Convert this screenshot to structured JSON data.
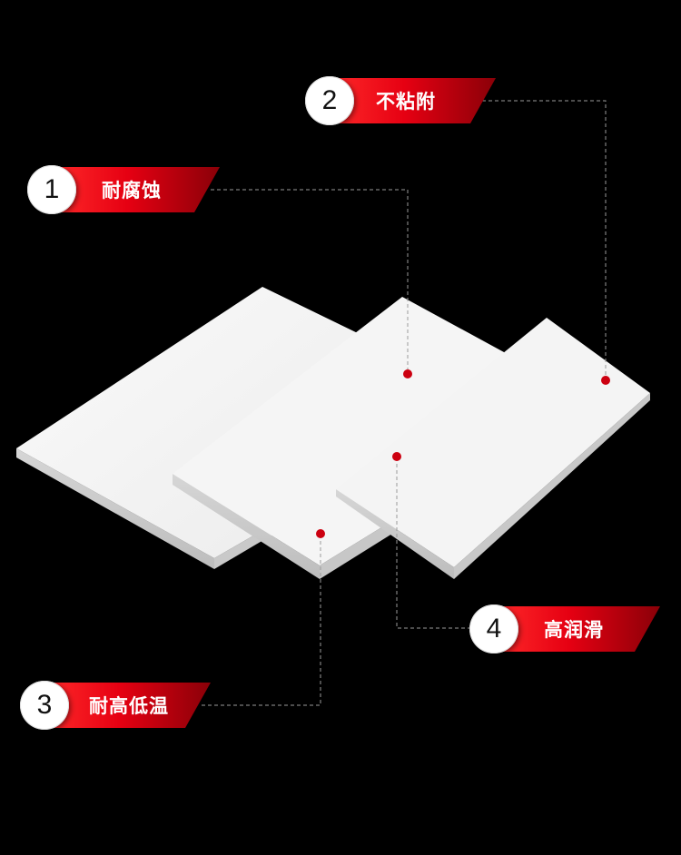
{
  "colors": {
    "background": "#000000",
    "accent": "#e60012",
    "plate": "#f2f2f2",
    "dot": "#cc0010"
  },
  "features": [
    {
      "num": "1",
      "label": "耐腐蚀"
    },
    {
      "num": "2",
      "label": "不粘附"
    },
    {
      "num": "3",
      "label": "耐高低温"
    },
    {
      "num": "4",
      "label": "高润滑"
    }
  ]
}
